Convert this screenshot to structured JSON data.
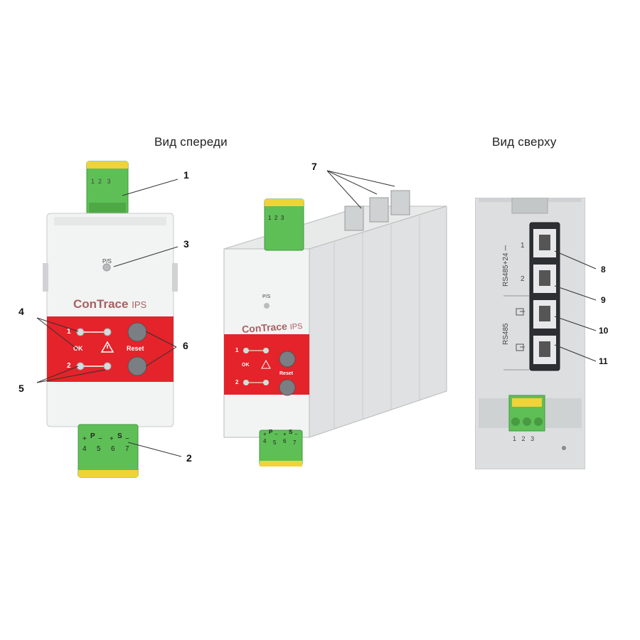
{
  "headings": {
    "front": "Вид спереди",
    "top": "Вид сверху"
  },
  "callouts": [
    "1",
    "2",
    "3",
    "4",
    "5",
    "6",
    "7",
    "8",
    "9",
    "10",
    "11"
  ],
  "front_device": {
    "brand": "ConTrace",
    "model": "IPS",
    "ps_label": "P/S",
    "led_row1": "1",
    "led_row2": "2",
    "ok_label": "OK",
    "reset_label": "Reset",
    "top_pins": [
      "1",
      "2",
      "3"
    ],
    "bottom_group_p": "P",
    "bottom_group_s": "S",
    "bottom_plus_minus": [
      "+",
      "−",
      "+",
      "−"
    ],
    "bottom_pins": [
      "4",
      "5",
      "6",
      "7"
    ]
  },
  "top_device": {
    "port_group1_label": "RS485+24 ⎓",
    "port_group2_label": "RS485",
    "port_numbers": [
      "1",
      "2"
    ],
    "pins": [
      "1",
      "2",
      "3"
    ]
  },
  "colors": {
    "red_panel": "#e4232a",
    "connector_green": "#5fbf57",
    "case": "#f2f3f3"
  }
}
